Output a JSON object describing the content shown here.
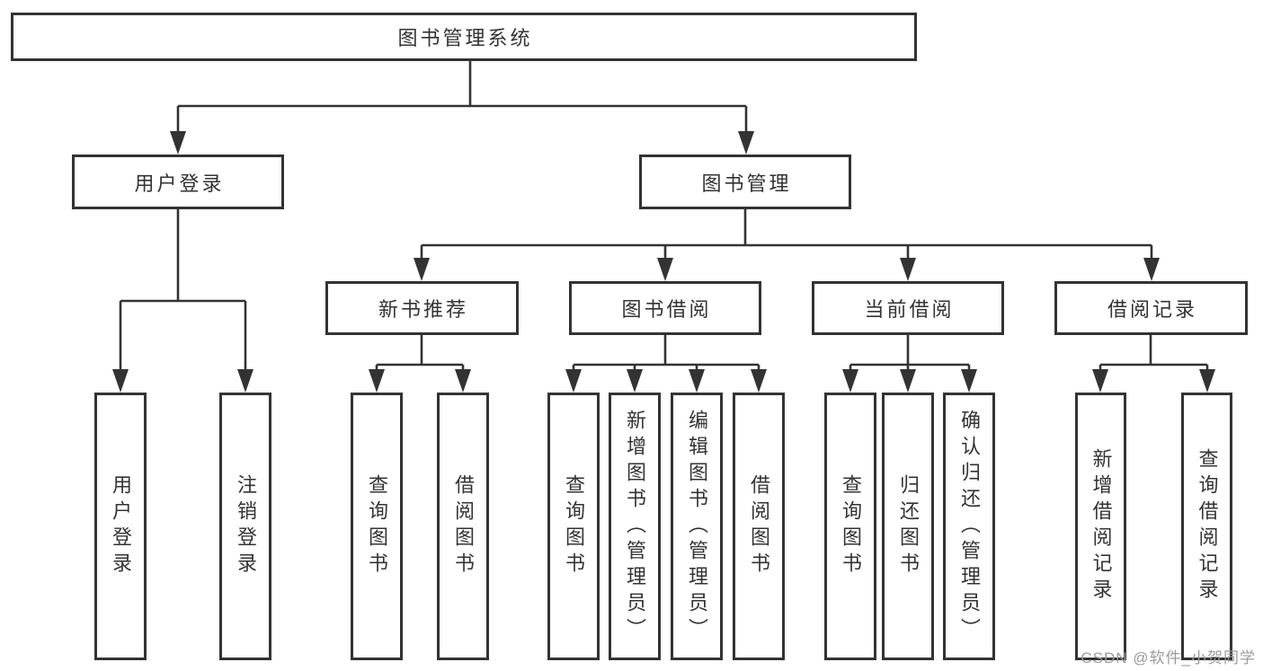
{
  "colors": {
    "line": "#333333",
    "border": "#333333",
    "fill": "#ffffff",
    "text": "#333333",
    "watermark": "#9b9b9b",
    "background": "#ffffff"
  },
  "watermark": {
    "text": "CSDN @软件_小贺同学"
  },
  "tree": {
    "root": {
      "label": "图书管理系统"
    },
    "login": {
      "label": "用户登录",
      "children": [
        {
          "label": "用户登录"
        },
        {
          "label": "注销登录"
        }
      ]
    },
    "manage": {
      "label": "图书管理",
      "groups": [
        {
          "label": "新书推荐",
          "children": [
            {
              "label": "查询图书"
            },
            {
              "label": "借阅图书"
            }
          ]
        },
        {
          "label": "图书借阅",
          "children": [
            {
              "label": "查询图书"
            },
            {
              "label": "新增图书（管理员）"
            },
            {
              "label": "编辑图书（管理员）"
            },
            {
              "label": "借阅图书"
            }
          ]
        },
        {
          "label": "当前借阅",
          "children": [
            {
              "label": "查询图书"
            },
            {
              "label": "归还图书"
            },
            {
              "label": "确认归还（管理员）"
            }
          ]
        },
        {
          "label": "借阅记录",
          "children": [
            {
              "label": "新增借阅记录"
            },
            {
              "label": "查询借阅记录"
            }
          ]
        }
      ]
    }
  }
}
